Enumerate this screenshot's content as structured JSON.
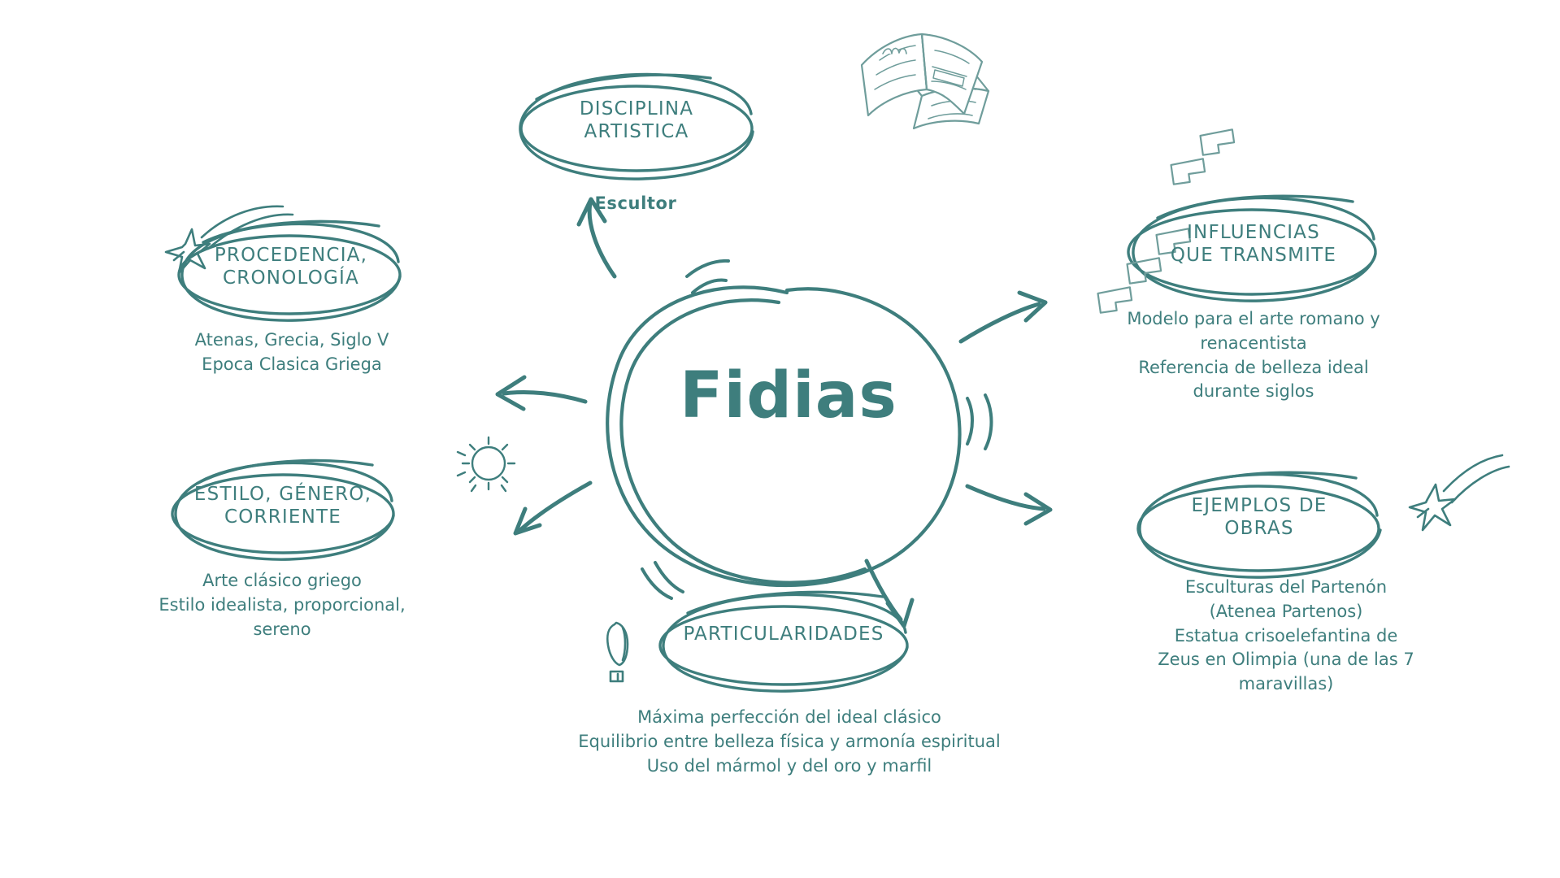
{
  "meta": {
    "diagram_type": "mind-map",
    "language": "es",
    "background_color": "#ffffff",
    "ink_color": "#3e7e7d",
    "icon_outline_color": "#6f9d9b"
  },
  "center": {
    "label": "Fidias"
  },
  "subtitle": {
    "label": "Escultor"
  },
  "branches": [
    {
      "id": "disciplina-artistica",
      "title": "DISCIPLINA\nARTISTICA",
      "body": "",
      "icon": "open-books-icon",
      "position": "top"
    },
    {
      "id": "procedencia-cronologia",
      "title": "PROCEDENCIA,\nCRONOLOGÍA",
      "body": "Atenas, Grecia, Siglo V\nEpoca Clasica Griega",
      "icon": "shooting-star-icon",
      "position": "left-top"
    },
    {
      "id": "estilo-genero-corriente",
      "title": "ESTILO, GÉNERO,\nCORRIENTE",
      "body": "Arte clásico griego\nEstilo idealista, proporcional,\nsereno",
      "icon": "sun-icon",
      "position": "left-bottom"
    },
    {
      "id": "influencias-que-transmite",
      "title": "INFLUENCIAS\nQUE TRANSMITE",
      "body": "Modelo para el arte romano y\nrenacentista\nReferencia de belleza ideal\ndurante siglos",
      "icon": "chevron-stack-icon",
      "position": "right-top"
    },
    {
      "id": "ejemplos-de-obras",
      "title": "EJEMPLOS DE\nOBRAS",
      "body": "Esculturas del Partenón\n(Atenea Partenos)\nEstatua crisoelefantina de\nZeus en Olimpia (una de las 7\nmaravillas)",
      "icon": "shooting-star-icon",
      "position": "right-bottom"
    },
    {
      "id": "particularidades",
      "title": "PARTICULARIDADES",
      "body": "Máxima perfección del ideal clásico\nEquilibrio entre belleza física y armonía espiritual\nUso del mármol y del oro y marfil",
      "icon": "exclamation-mark-icon",
      "position": "bottom"
    }
  ]
}
